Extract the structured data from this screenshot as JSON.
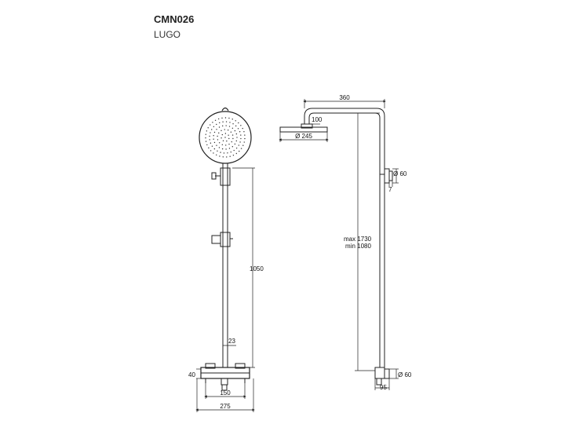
{
  "header": {
    "code": "CMN026",
    "name": "LUGO"
  },
  "dimensions": {
    "height_rail": "1050",
    "rail_offset": "23",
    "mixer_height": "40",
    "inlet_spacing": "150",
    "mixer_width": "275",
    "arm_length": "360",
    "head_drop": "100",
    "head_diameter": "Ø 245",
    "bracket_diameter": "Ø 60",
    "bracket_depth": "7",
    "height_max": "max 1730",
    "height_min": "min 1080",
    "wall_diameter": "Ø 60",
    "wall_depth": "95"
  },
  "colors": {
    "line": "#222222",
    "bg": "#ffffff"
  }
}
